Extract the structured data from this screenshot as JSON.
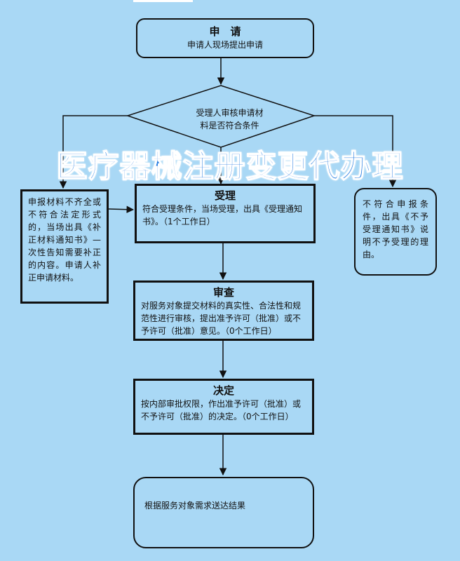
{
  "apply": {
    "title": "申　请",
    "text": "申请人现场提出申请"
  },
  "check": {
    "text": "受理人审核申请材\n料是否符合条件"
  },
  "banner": "医疗器械注册变更代办理",
  "left_note": {
    "text": "申报材料不齐全或不符合法定形式的，当场出具《补正材料通知书》—次性告知需要补正的内容。申请人补正申请材料。"
  },
  "right_note": {
    "text": "不符合申报条件，出具《不予受理通知书》说明不予受理的理由。"
  },
  "accept": {
    "title": "受理",
    "text": "符合受理条件，当场受理，出具《受理通知书》。（1个工作日）"
  },
  "review": {
    "title": "审查",
    "text": "对服务对象提交材料的真实性、合法性和规范性进行审核，提出准予许可（批准）或不予许可（批准）意见。（0个工作日）"
  },
  "decide": {
    "title": "决定",
    "text": "按内部审批权限，作出准予许可（批准）或不予许可（批准）的决定。（0个工作日）"
  },
  "result": {
    "text": "根据服务对象需求送达结果"
  }
}
